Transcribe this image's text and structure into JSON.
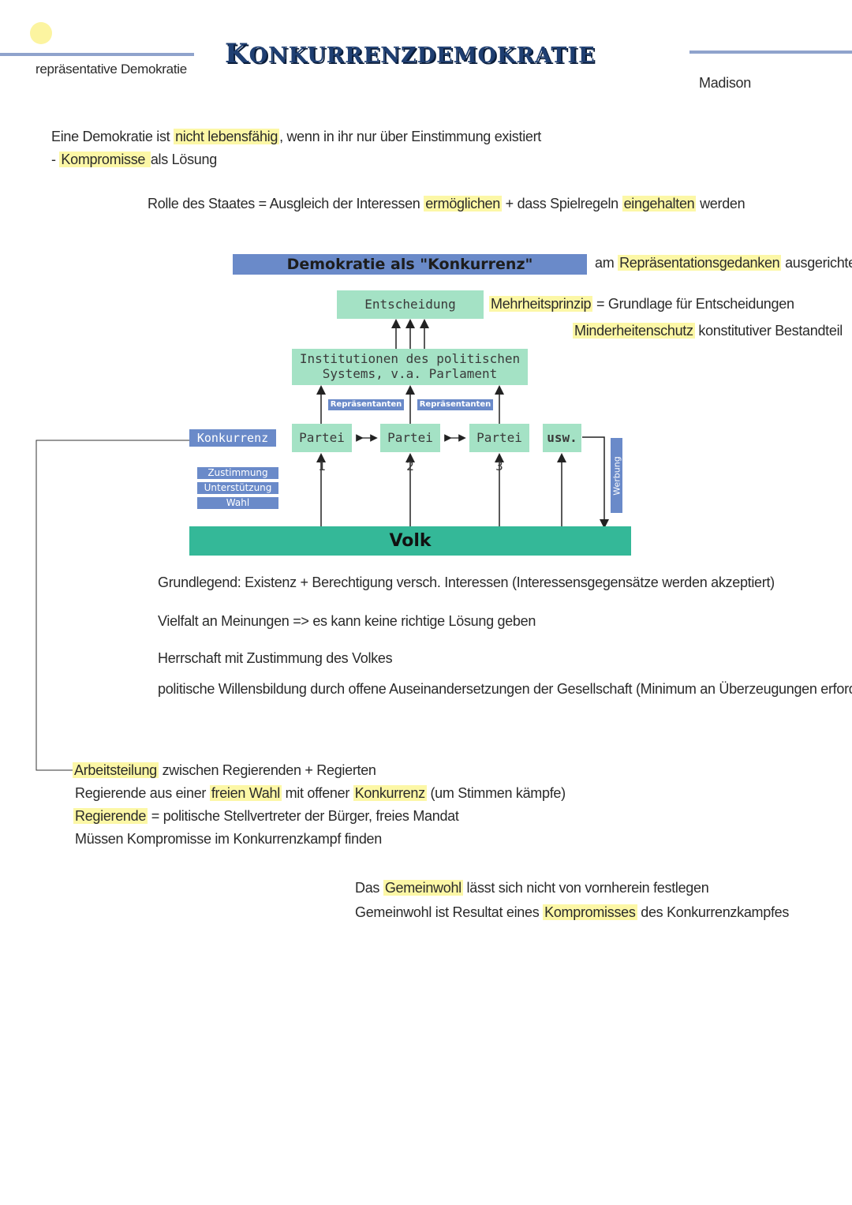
{
  "header": {
    "subtitle_left": "repräsentative Demokratie",
    "title_K": "K",
    "title_rest": "ONKURRENZDEMOKRATIE",
    "author": "Madison"
  },
  "intro": {
    "line1_pre": "Eine Demokratie ist ",
    "line1_hl": "nicht lebensfähig",
    "line1_post": ", wenn in ihr nur über Einstimmung existiert",
    "line2_pre": "- ",
    "line2_hl": "Kompromisse ",
    "line2_post": "als Lösung",
    "line3_a": "Rolle des Staates = Ausgleich der Interessen ",
    "line3_hl1": "ermöglichen",
    "line3_b": " + dass Spielregeln ",
    "line3_hl2": "eingehalten",
    "line3_c": " werden"
  },
  "diagram": {
    "header": "Demokratie als \"Konkurrenz\"",
    "decision": "Entscheidung",
    "institutions_line1": "Institutionen des politischen",
    "institutions_line2": "Systems, v.a. Parlament",
    "representatives_1": "Repräsentanten",
    "representatives_2": "Repräsentanten",
    "competition": "Konkurrenz",
    "party_1": "Partei 1",
    "party_2": "Partei 2",
    "party_3": "Partei 3",
    "etc": "usw.",
    "advertising": "Werbung",
    "approval": "Zustimmung",
    "support": "Unterstützung",
    "vote": "Wahl",
    "people": "Volk"
  },
  "side_notes": {
    "repr_pre": "am ",
    "repr_hl": "Repräsentationsgedanken",
    "repr_post": " ausgerichtet",
    "majority_hl": "Mehrheitsprinzip",
    "majority_post": " = Grundlage für Entscheidungen",
    "minority_hl": "Minderheitenschutz",
    "minority_post": " konstitutiver Bestandteil"
  },
  "notes": {
    "n1": "Grundlegend: Existenz + Berechtigung versch. Interessen (Interessensgegensätze werden akzeptiert)",
    "n2": "Vielfalt an Meinungen => es kann keine richtige Lösung geben",
    "n3": "Herrschaft mit Zustimmung des Volkes",
    "n4": "politische Willensbildung durch offene Auseinandersetzungen der Gesellschaft (Minimum an Überzeugungen erforderlich)"
  },
  "division": {
    "l1_hl": "Arbeitsteilung",
    "l1_post": " zwischen Regierenden + Regierten",
    "l2_pre": "Regierende aus einer ",
    "l2_hl1": "freien Wahl",
    "l2_mid": " mit offener ",
    "l2_hl2": "Konkurrenz",
    "l2_post": " (um Stimmen kämpfe)",
    "l3_hl": "Regierende",
    "l3_post": " = politische Stellvertreter der Bürger, freies Mandat",
    "l4": "Müssen Kompromisse im Konkurrenzkampf finden"
  },
  "common_good": {
    "l1_pre": "Das ",
    "l1_hl": "Gemeinwohl",
    "l1_post": " lässt sich nicht von vornherein festlegen",
    "l2_pre": "Gemeinwohl ist Resultat eines ",
    "l2_hl": "Kompromisses",
    "l2_post": " des Konkurrenzkampfes"
  },
  "colors": {
    "highlight": "#fcf7a6",
    "title_blue": "#1f3f72",
    "box_blue": "#6a8ac9",
    "box_green": "#a4e2c5",
    "people_teal": "#34b898"
  }
}
